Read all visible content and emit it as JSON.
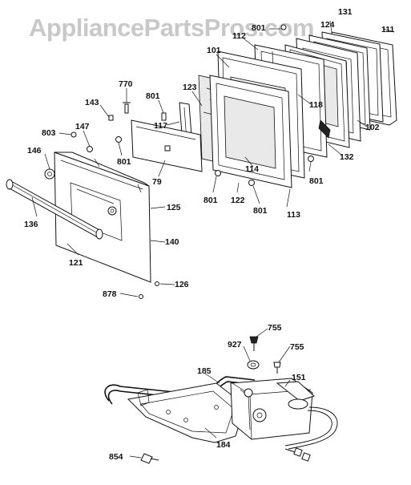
{
  "watermark": "AppliancePartsPros.com",
  "part_labels": {
    "p770": "770",
    "p143": "143",
    "p801a": "801",
    "p803": "803",
    "p147": "147",
    "p146": "146",
    "p117": "117",
    "p801b": "801",
    "p79": "79",
    "p123": "123",
    "p101": "101",
    "p112": "112",
    "p801top": "801",
    "p124": "124",
    "p131": "131",
    "p111": "111",
    "p118": "118",
    "p102": "102",
    "p132": "132",
    "p801c": "801",
    "p114": "114",
    "p801d": "801",
    "p122": "122",
    "p801e": "801",
    "p113": "113",
    "p125": "125",
    "p136": "136",
    "p140": "140",
    "p121": "121",
    "p126": "126",
    "p878": "878",
    "p755a": "755",
    "p927": "927",
    "p755b": "755",
    "p185": "185",
    "p151": "151",
    "p854": "854",
    "p184": "184"
  }
}
